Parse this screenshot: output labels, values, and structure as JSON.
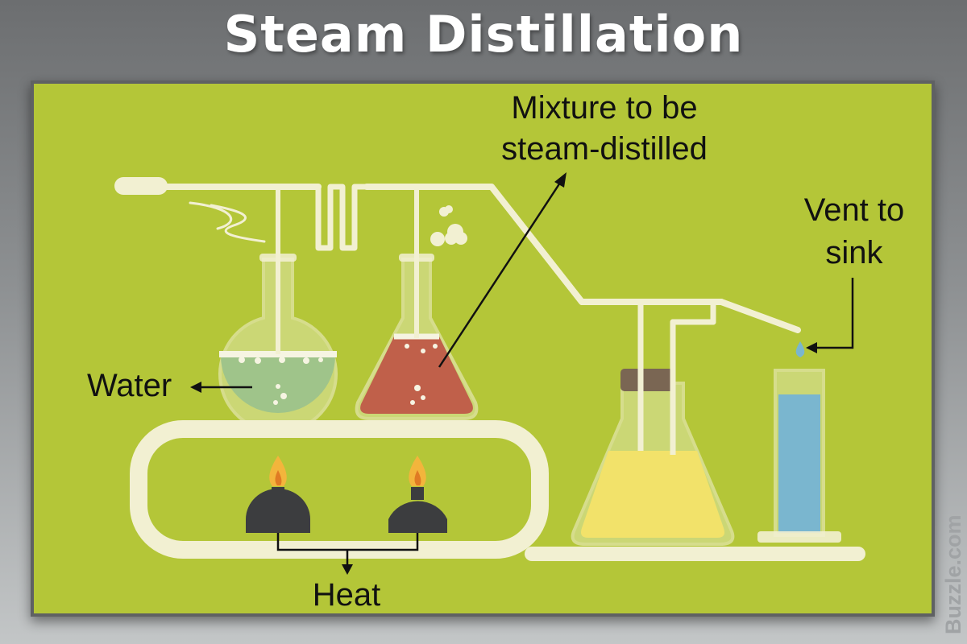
{
  "title": "Steam Distillation",
  "labels": {
    "mixture_line1": "Mixture to be",
    "mixture_line2": "steam-distilled",
    "vent_line1": "Vent to",
    "vent_line2": "sink",
    "water": "Water",
    "heat": "Heat"
  },
  "watermark": "Buzzle.com",
  "colors": {
    "background_panel": "#b4c638",
    "glass": "#f2f0d2",
    "water": "#9fc48a",
    "mixture": "#c0604a",
    "distillate": "#f2e26a",
    "vent_liquid": "#7ab6cf",
    "burner": "#3c3d3f",
    "flame": "#f3b53c",
    "cork": "#7a6653"
  },
  "icons": [
    "flame-icon",
    "burner-icon",
    "drop-icon"
  ]
}
